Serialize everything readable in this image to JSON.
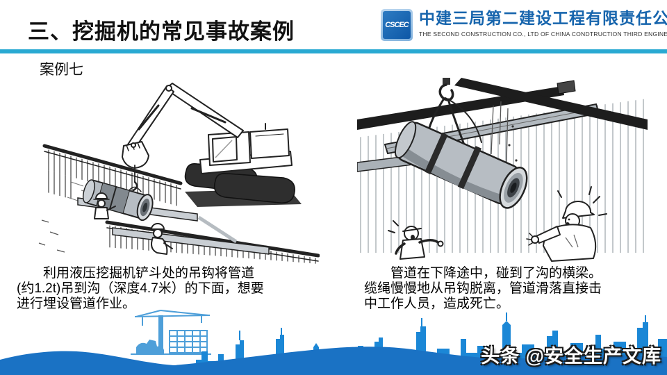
{
  "header": {
    "title": "三、挖掘机的常见事故案例",
    "logo": {
      "icon_text": "CSCEC",
      "company_cn": "中建三局第二建设工程有限责任公司",
      "company_en": "THE SECOND CONSTRUCTION CO., LTD OF CHINA CONDTRUCTION THIRD ENGINEERING BUREAU"
    }
  },
  "case_label": "案例七",
  "figures": {
    "left_alt": "挖掘机用铲斗吊钩向沟内吊放管道的示意图",
    "right_alt": "管道碰到横梁后从吊钩脱落砸向工作人员的示意图"
  },
  "captions": {
    "left_lines": [
      "利用液压挖掘机铲斗处的吊钩将管道",
      "(约1.2t)吊到沟（深度4.7米）的下面，想要",
      "进行埋设管道作业。"
    ],
    "right_lines": [
      "管道在下降途中，碰到了沟的横梁。",
      "缆绳慢慢地从吊钩脱离，管道滑落直接击",
      "中工作人员，造成死亡。"
    ]
  },
  "watermark": "头条 @安全生产文库",
  "colors": {
    "divider": "#29a9d2",
    "logo_blue": "#1765ad",
    "skyline": "#1b87d6",
    "wave": "#1a72c4",
    "crane": "#4e9fd9"
  }
}
